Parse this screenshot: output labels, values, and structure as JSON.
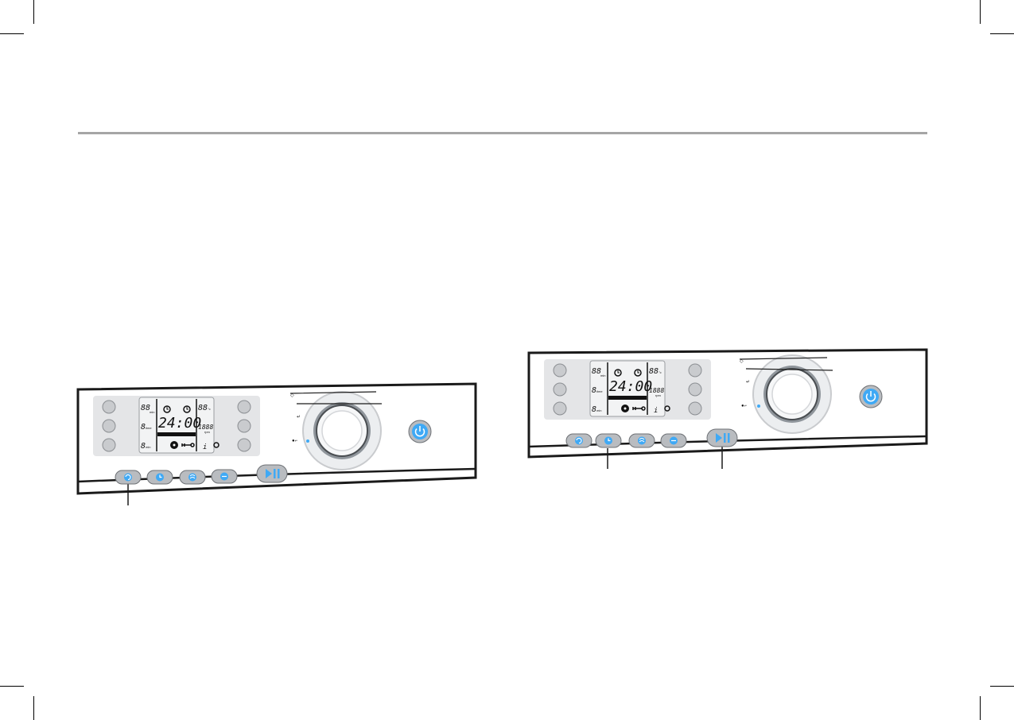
{
  "panels": [
    {
      "id": "panel-left",
      "display": {
        "time": "24:00",
        "left_readouts": [
          {
            "value": "88",
            "unit": "min"
          },
          {
            "value": "8",
            "unit": "time"
          },
          {
            "value": "8",
            "unit": "min"
          }
        ],
        "right_readouts": [
          {
            "value": "88",
            "unit": "°c"
          },
          {
            "value": "1888",
            "unit": "rpm"
          },
          {
            "value": "i",
            "unit": ""
          }
        ]
      },
      "function_buttons": [
        {
          "name": "rinse-button",
          "icon": "refresh-icon"
        },
        {
          "name": "delay-timer-button",
          "icon": "clock-icon"
        },
        {
          "name": "steam-button",
          "icon": "steam-icon"
        },
        {
          "name": "soak-button",
          "icon": "drop-icon"
        }
      ],
      "start_pause": {
        "icon": "play-pause-icon"
      },
      "power": {
        "icon": "power-icon"
      },
      "indicated": [
        "rinse-button"
      ]
    },
    {
      "id": "panel-right",
      "display": {
        "time": "24:00",
        "left_readouts": [
          {
            "value": "88",
            "unit": "min"
          },
          {
            "value": "8",
            "unit": "time"
          },
          {
            "value": "8",
            "unit": "min"
          }
        ],
        "right_readouts": [
          {
            "value": "88",
            "unit": "°c"
          },
          {
            "value": "1888",
            "unit": "rpm"
          },
          {
            "value": "i",
            "unit": ""
          }
        ]
      },
      "function_buttons": [
        {
          "name": "rinse-button",
          "icon": "refresh-icon"
        },
        {
          "name": "delay-timer-button",
          "icon": "clock-icon"
        },
        {
          "name": "steam-button",
          "icon": "steam-icon"
        },
        {
          "name": "soak-button",
          "icon": "drop-icon"
        }
      ],
      "start_pause": {
        "icon": "play-pause-icon"
      },
      "power": {
        "icon": "power-icon"
      },
      "indicated": [
        "delay-timer-button",
        "start-pause-button"
      ]
    }
  ],
  "colors": {
    "accent_blue": "#3fa9f5",
    "button_gray": "#b9bcc0",
    "panel_gray": "#e4e5e7",
    "lcd_bg": "#f2f3f4",
    "rule_gray": "#a6a6a6"
  }
}
